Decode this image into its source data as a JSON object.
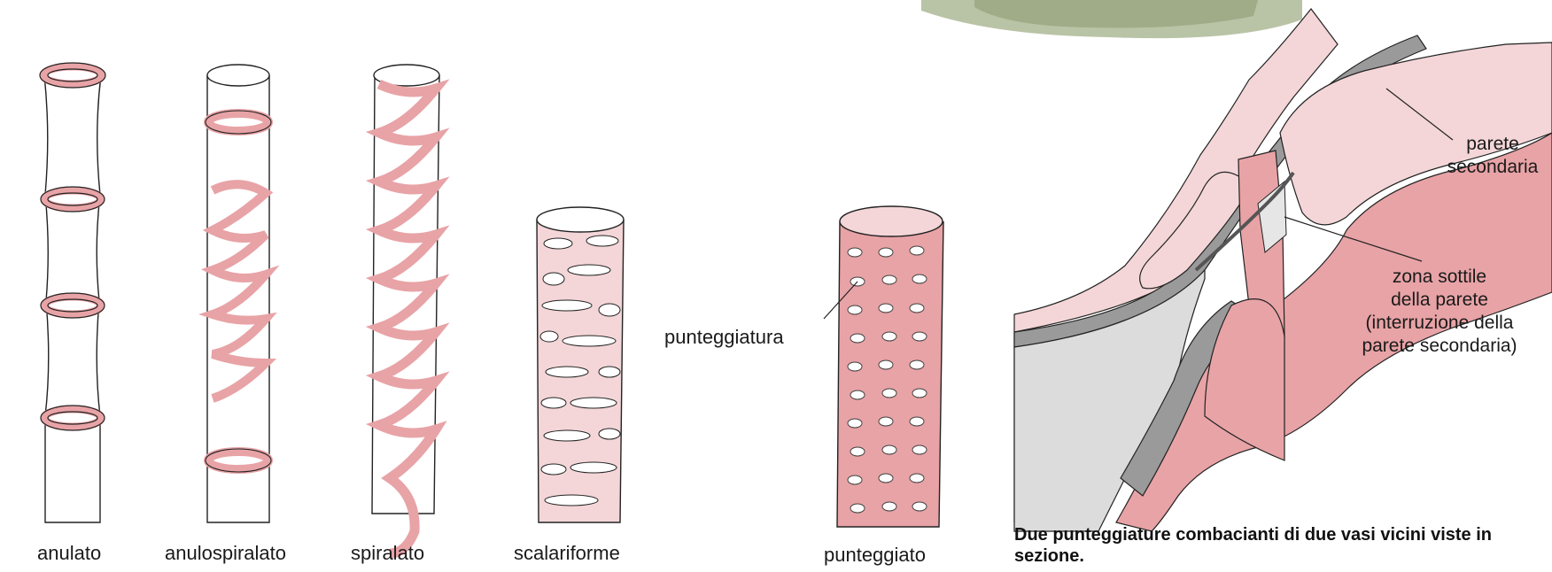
{
  "vessels": [
    {
      "id": "anulato",
      "label": "anulato"
    },
    {
      "id": "anulospiralato",
      "label": "anulospiralato"
    },
    {
      "id": "spiralato",
      "label": "spiralato"
    },
    {
      "id": "scalariforme",
      "label": "scalariforme"
    },
    {
      "id": "punteggiato",
      "label": "punteggiato"
    }
  ],
  "pit_pointer_label": "punteggiatura",
  "section": {
    "label_secondary_wall": [
      "parete",
      "secondaria"
    ],
    "label_thin_zone": [
      "zona sottile",
      "della parete",
      "(interruzione della",
      "parete secondaria)"
    ],
    "caption": "Due punteggiature combacianti di due vasi vicini viste in sezione."
  },
  "colors": {
    "thickening_pink": "#e8a3a6",
    "light_pink": "#f4d6d8",
    "section_grey": "#9a9a9a",
    "outline": "#222222"
  }
}
